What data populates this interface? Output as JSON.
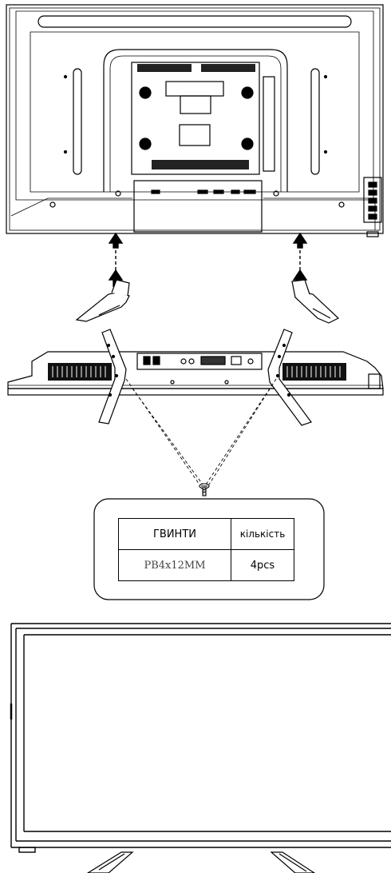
{
  "table": {
    "header_screws": "ГВИНТИ",
    "header_qty": "кількість",
    "screw_type": "PB4x12MM",
    "qty": "4pcs"
  }
}
